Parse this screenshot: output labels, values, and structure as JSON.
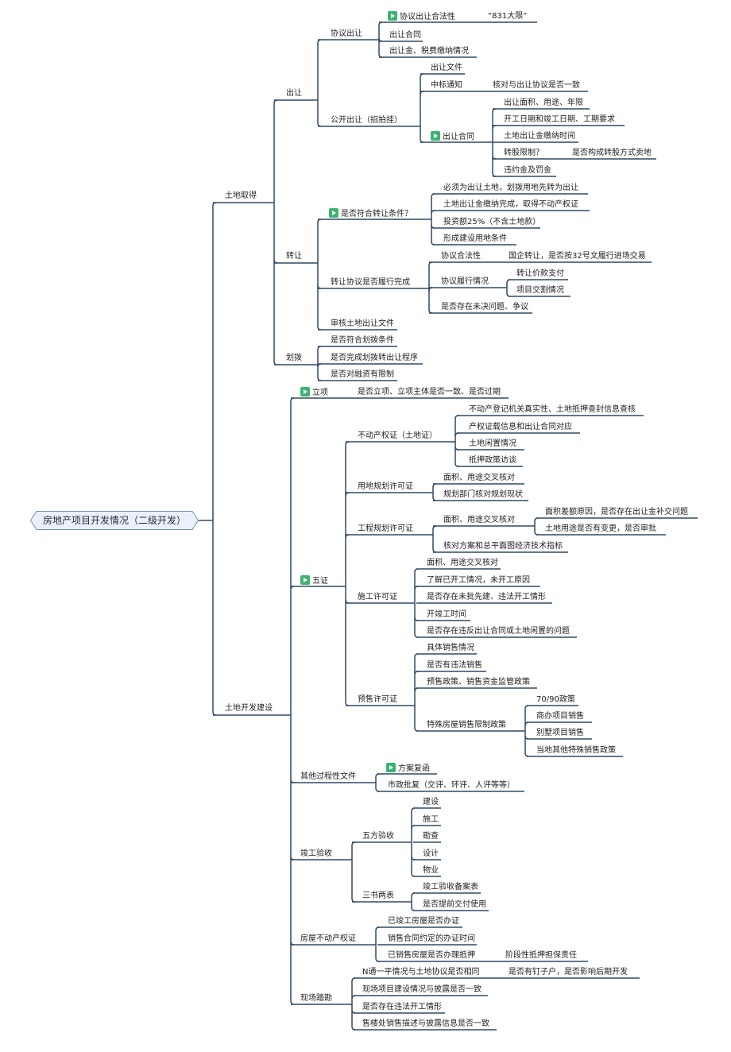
{
  "theme": {
    "line": "#2f4a66",
    "root_fill": "#eaf1fb",
    "root_border": "#6f8fb5",
    "flag": "#3cb371"
  },
  "diagram": {
    "root": "房地产项目开发情况（二级开发）",
    "land": {
      "label": "土地取得",
      "transfer": {
        "label": "出让",
        "agreement": {
          "label": "协议出让",
          "legality": {
            "label": "协议出让合法性",
            "icon": "flag-icon",
            "note": "“831大限”"
          },
          "contract": "出让合同",
          "fees": "出让金、税费缴纳情况"
        },
        "public": {
          "label": "公开出让（招拍挂）",
          "docs": "出让文件",
          "notice": {
            "label": "中标通知",
            "note": "核对与出让协议是否一致"
          },
          "contract": {
            "label": "出让合同",
            "icon": "flag-icon",
            "items": [
              "出让面积、用途、年限",
              "开工日期和竣工日期、工期要求",
              "土地出让金缴纳时间"
            ],
            "equity": {
              "label": "转股限制？",
              "note": "是否构成转股方式卖地"
            },
            "penalty": "违约金及罚金"
          }
        }
      },
      "assign": {
        "label": "转让",
        "conditions": {
          "label": "是否符合转让条件？",
          "icon": "flag-icon",
          "items": [
            "必须为出让土地，划拨用地先转为出让",
            "土地出让金缴纳完成，取得不动产权证",
            "投资额25%（不含土地款）",
            "形成建设用地条件"
          ]
        },
        "performance": {
          "label": "转让协议是否履行完成",
          "legality": {
            "label": "协议合法性",
            "note": "国企转让，是否按32号文履行进场交易"
          },
          "status": {
            "label": "协议履行情况",
            "items": [
              "转让价款支付",
              "项目交割情况"
            ]
          },
          "disputes": "是否存在未决问题、争议"
        },
        "review": "审核土地出让文件"
      },
      "allocate": {
        "label": "划拨",
        "items": [
          "是否符合划拨条件",
          "是否完成划拨转出让程序",
          "是否对融资有限制"
        ]
      }
    },
    "dev": {
      "label": "土地开发建设",
      "project": {
        "label": "立项",
        "icon": "flag-icon",
        "note": "是否立项、立项主体是否一致、是否过期"
      },
      "five": {
        "label": "五证",
        "icon": "flag-icon",
        "property": {
          "label": "不动产权证（土地证）",
          "items": [
            "不动产登记机关真实性、土地抵押查封信息查核",
            "产权证载信息和出让合同对应",
            "土地闲置情况",
            "抵押政策访谈"
          ]
        },
        "landplan": {
          "label": "用地规划许可证",
          "items": [
            "面积、用途交叉核对",
            "规划部门核对规划现状"
          ]
        },
        "engplan": {
          "label": "工程规划许可证",
          "cross": {
            "label": "面积、用途交叉核对",
            "items": [
              "面积差额原因，是否存在出让金补交问题",
              "土地用途是否有变更，是否审批"
            ]
          },
          "check": "核对方案和总平面图经济技术指标"
        },
        "construct": {
          "label": "施工许可证",
          "items": [
            "面积、用途交叉核对",
            "了解已开工情况，未开工原因",
            "是否存在未批先建、违法开工情形",
            "开竣工时间",
            "是否存在违反出让合同或土地闲置的问题"
          ]
        },
        "presale": {
          "label": "预售许可证",
          "items": [
            "具体销售情况",
            "是否有违法销售",
            "预售政策、销售资金监管政策"
          ],
          "special": {
            "label": "特殊房屋销售限制政策",
            "items": [
              "70/90政策",
              "商办项目销售",
              "别墅项目销售",
              "当地其他特殊销售政策"
            ]
          }
        }
      },
      "other": {
        "label": "其他过程性文件",
        "plan": {
          "label": "方案复函",
          "icon": "flag-icon"
        },
        "municipal": "市政批复（交评、环评、人评等等）"
      },
      "accept": {
        "label": "竣工验收",
        "five": {
          "label": "五方验收",
          "items": [
            "建设",
            "施工",
            "勘查",
            "设计",
            "物业"
          ]
        },
        "docs": {
          "label": "三书两表",
          "items": [
            "竣工验收备案表",
            "是否提前交付使用"
          ]
        }
      },
      "cert": {
        "label": "房屋不动产权证",
        "items": [
          "已竣工房屋是否办证",
          "销售合同约定的办证时间"
        ],
        "mortgage": {
          "label": "已销售房屋是否办理抵押",
          "note": "阶段性抵押担保责任"
        }
      },
      "site": {
        "label": "现场踏勘",
        "first": {
          "label": "N通一平情况与土地协议是否相同",
          "note": "是否有钉子户，是否影响后期开发"
        },
        "items": [
          "现场项目建设情况与披露是否一致",
          "是否存在违法开工情形",
          "售楼处销售描述与披露信息是否一致"
        ]
      }
    }
  }
}
